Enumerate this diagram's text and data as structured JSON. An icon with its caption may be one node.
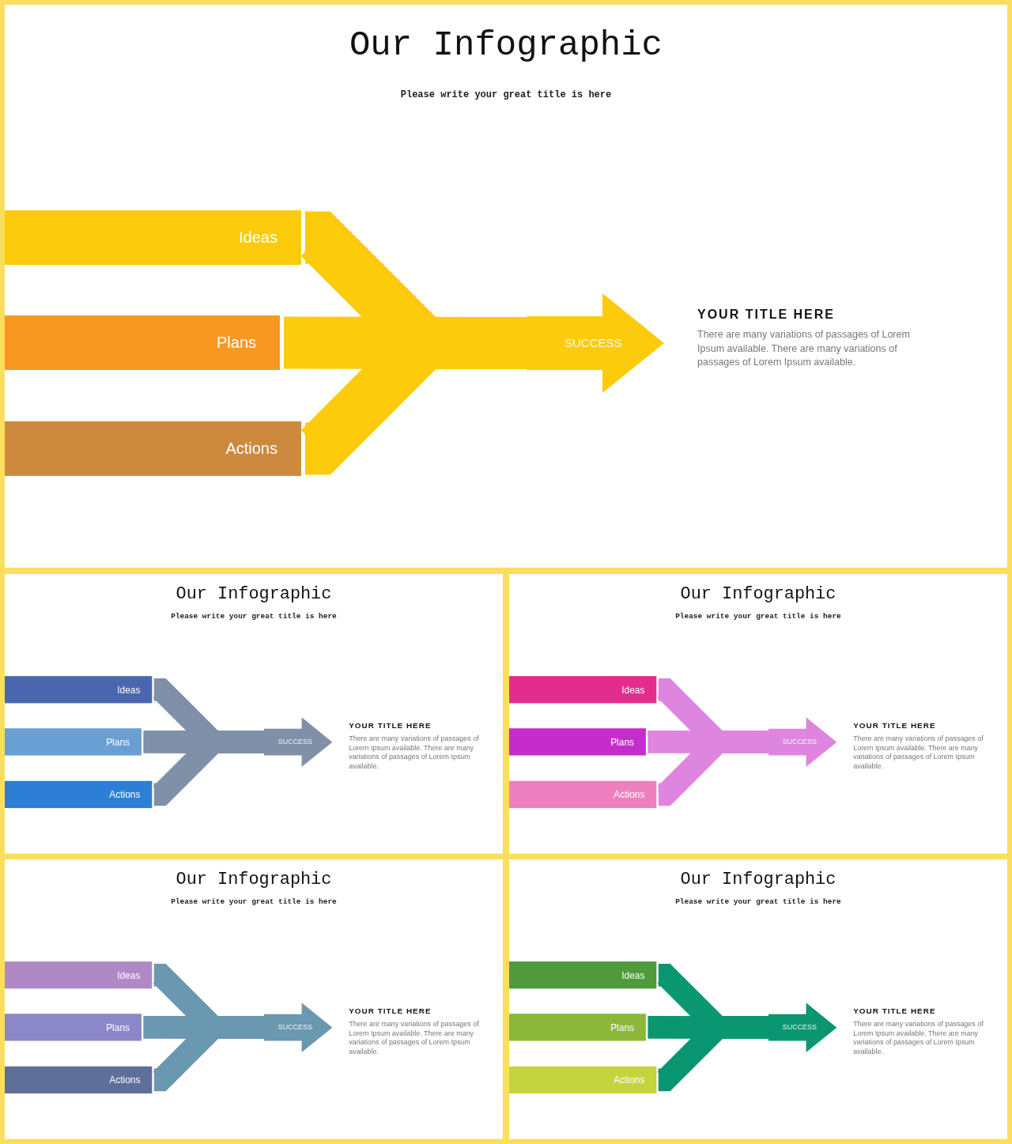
{
  "diagram": {
    "nodes": [
      {
        "text": [
          "Our Infographic",
          "Please write your great title is here"
        ]
      },
      {
        "text": [
          "Ideas"
        ],
        "in": 0
      },
      {
        "text": [
          "Plans"
        ],
        "in": 0
      },
      {
        "text": [
          "Actions"
        ],
        "in": 0
      },
      {
        "text": [
          "SUCCESS"
        ],
        "in": 0
      },
      {
        "text": [
          "YOUR TITLE HERE",
          "There are many variations of passages of Lorem Ipsum available. There are many variations of passages of Lorem Ipsum available."
        ],
        "in": 0
      },
      {
        "text": [
          "Our Infographic",
          "Please write your great title is here"
        ]
      },
      {
        "text": [
          "Ideas"
        ],
        "in": 6
      },
      {
        "text": [
          "Plans"
        ],
        "in": 6
      },
      {
        "text": [
          "Actions"
        ],
        "in": 6
      },
      {
        "text": [
          "SUCCESS"
        ],
        "in": 6
      },
      {
        "text": [
          "YOUR TITLE HERE",
          "There are many variations of passages of Lorem Ipsum available. There are many variations of passages of Lorem Ipsum available."
        ],
        "in": 6
      },
      {
        "text": [
          "Our Infographic",
          "Please write your great title is here"
        ]
      },
      {
        "text": [
          "Ideas"
        ],
        "in": 12
      },
      {
        "text": [
          "Plans"
        ],
        "in": 12
      },
      {
        "text": [
          "Actions"
        ],
        "in": 12
      },
      {
        "text": [
          "SUCCESS"
        ],
        "in": 12
      },
      {
        "text": [
          "YOUR TITLE HERE",
          "There are many variations of passages of Lorem Ipsum available. There are many variations of passages of Lorem Ipsum available."
        ],
        "in": 12
      },
      {
        "text": [
          "Our Infographic",
          "Please write your great title is here"
        ]
      },
      {
        "text": [
          "Ideas"
        ],
        "in": 18
      },
      {
        "text": [
          "Plans"
        ],
        "in": 18
      },
      {
        "text": [
          "Actions"
        ],
        "in": 18
      },
      {
        "text": [
          "SUCCESS"
        ],
        "in": 18
      },
      {
        "text": [
          "YOUR TITLE HERE",
          "There are many variations of passages of Lorem Ipsum available. There are many variations of passages of Lorem Ipsum available."
        ],
        "in": 18
      },
      {
        "text": [
          "Our Infographic",
          "Please write your great title is here"
        ]
      },
      {
        "text": [
          "Ideas"
        ],
        "in": 24
      },
      {
        "text": [
          "Plans"
        ],
        "in": 24
      },
      {
        "text": [
          "Actions"
        ],
        "in": 24
      },
      {
        "text": [
          "SUCCESS"
        ],
        "in": 24
      },
      {
        "text": [
          "YOUR TITLE HERE",
          "There are many variations of passages of Lorem Ipsum available. There are many variations of passages of Lorem Ipsum available."
        ],
        "in": 24
      }
    ],
    "edges": [
      {
        "from": 1,
        "to": 4,
        "arrow": "none",
        "style": "thick",
        "color": "#fccb0b"
      },
      {
        "from": 2,
        "to": 4,
        "arrow": "none",
        "style": "thick",
        "color": "#fccb0b"
      },
      {
        "from": 3,
        "to": 4,
        "arrow": "none",
        "style": "thick",
        "color": "#fccb0b"
      },
      {
        "from": 7,
        "to": 10,
        "arrow": "none",
        "color": "#8090a8"
      },
      {
        "from": 8,
        "to": 10,
        "arrow": "none",
        "color": "#8090a8"
      },
      {
        "from": 9,
        "to": 10,
        "arrow": "none",
        "color": "#8090a8"
      },
      {
        "from": 13,
        "to": 16,
        "arrow": "none",
        "color": "#de85e0"
      },
      {
        "from": 14,
        "to": 16,
        "arrow": "none",
        "color": "#de85e0"
      },
      {
        "from": 15,
        "to": 16,
        "arrow": "none",
        "color": "#de85e0"
      },
      {
        "from": 19,
        "to": 22,
        "arrow": "none",
        "color": "#6a98b0"
      },
      {
        "from": 20,
        "to": 22,
        "arrow": "none",
        "color": "#6a98b0"
      },
      {
        "from": 21,
        "to": 22,
        "arrow": "none",
        "color": "#6a98b0"
      },
      {
        "from": 25,
        "to": 28,
        "arrow": "none",
        "color": "#0b9672"
      },
      {
        "from": 26,
        "to": 28,
        "arrow": "none",
        "color": "#0b9672"
      },
      {
        "from": 27,
        "to": 28,
        "arrow": "none",
        "color": "#0b9672"
      }
    ]
  }
}
